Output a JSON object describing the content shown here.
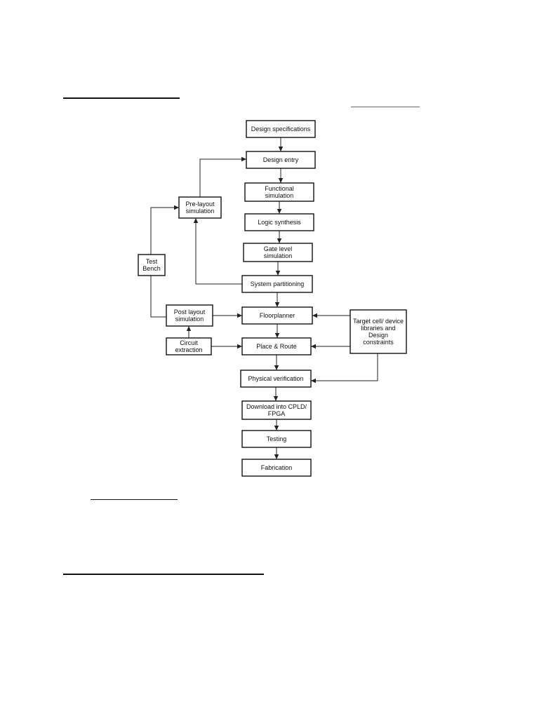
{
  "diagram": {
    "nodes": [
      {
        "id": "spec",
        "lines": [
          "Design specifications"
        ]
      },
      {
        "id": "entry",
        "lines": [
          "Design entry"
        ]
      },
      {
        "id": "func",
        "lines": [
          "Functional",
          "simulation"
        ]
      },
      {
        "id": "logic",
        "lines": [
          "Logic synthesis"
        ]
      },
      {
        "id": "gate",
        "lines": [
          "Gate level",
          "simulation"
        ]
      },
      {
        "id": "sysp",
        "lines": [
          "System partitioning"
        ]
      },
      {
        "id": "floor",
        "lines": [
          "Floorplanner"
        ]
      },
      {
        "id": "place",
        "lines": [
          "Place & Route"
        ]
      },
      {
        "id": "phys",
        "lines": [
          "Physical verification"
        ]
      },
      {
        "id": "down",
        "lines": [
          "Download into CPLD/",
          "FPGA"
        ]
      },
      {
        "id": "test",
        "lines": [
          "Testing"
        ]
      },
      {
        "id": "fab",
        "lines": [
          "Fabrication"
        ]
      },
      {
        "id": "prelay",
        "lines": [
          "Pre-layout",
          "simulation"
        ]
      },
      {
        "id": "bench",
        "lines": [
          "Test",
          "Bench"
        ]
      },
      {
        "id": "postlay",
        "lines": [
          "Post layout",
          "simulation"
        ]
      },
      {
        "id": "circ",
        "lines": [
          "Circuit",
          "extraction"
        ]
      },
      {
        "id": "target",
        "lines": [
          "Target cell/ device",
          "libraries and",
          "Design",
          "constraints"
        ]
      }
    ],
    "edges": [
      {
        "from": "spec",
        "to": "entry"
      },
      {
        "from": "entry",
        "to": "func"
      },
      {
        "from": "func",
        "to": "logic"
      },
      {
        "from": "logic",
        "to": "gate"
      },
      {
        "from": "gate",
        "to": "sysp"
      },
      {
        "from": "sysp",
        "to": "floor"
      },
      {
        "from": "floor",
        "to": "place"
      },
      {
        "from": "place",
        "to": "phys"
      },
      {
        "from": "phys",
        "to": "down"
      },
      {
        "from": "down",
        "to": "test"
      },
      {
        "from": "test",
        "to": "fab"
      },
      {
        "from": "prelay",
        "to": "entry"
      },
      {
        "from": "sysp",
        "to": "prelay"
      },
      {
        "from": "bench",
        "to": "prelay"
      },
      {
        "from": "bench",
        "to": "postlay"
      },
      {
        "from": "postlay",
        "to": "floor"
      },
      {
        "from": "circ",
        "to": "postlay"
      },
      {
        "from": "circ",
        "to": "place"
      },
      {
        "from": "target",
        "to": "floor"
      },
      {
        "from": "target",
        "to": "place"
      },
      {
        "from": "target",
        "to": "phys"
      }
    ]
  }
}
